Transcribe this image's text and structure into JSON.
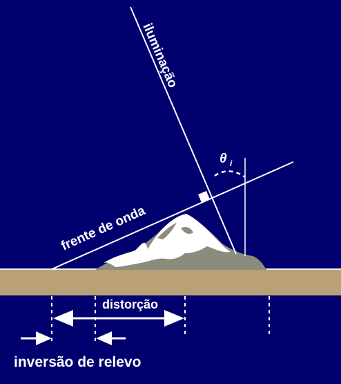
{
  "labels": {
    "illumination": "iluminação",
    "wavefront": "frente de onda",
    "angle_symbol": "θ",
    "angle_subscript": "i",
    "distortion": "distorção",
    "relief_inversion": "inversão de relevo"
  },
  "colors": {
    "background": "#00006e",
    "ground": "#b9a076",
    "ground_edge": "#8c7550",
    "mountain_snow": "#ffffff",
    "mountain_rock": "#8c8c7c",
    "lines": "#ffffff"
  }
}
